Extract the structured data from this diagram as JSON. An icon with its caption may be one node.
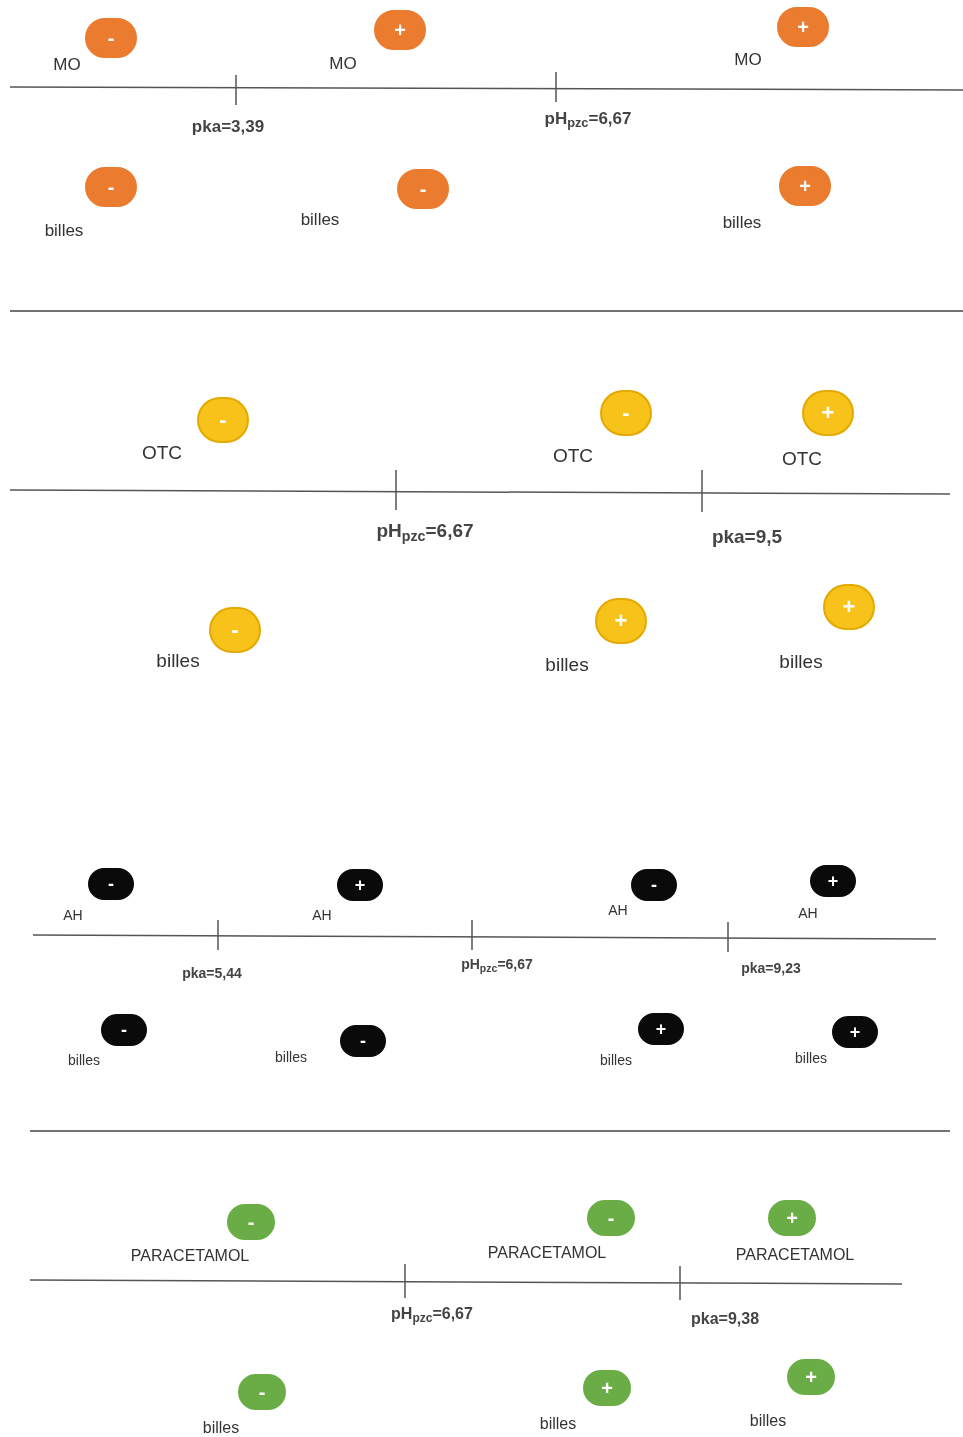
{
  "diagram": {
    "nodes": [
      {
        "text": [
          "-"
        ],
        "beside": [
          "MO"
        ]
      },
      {
        "text": [
          "+"
        ],
        "beside": [
          "MO"
        ]
      },
      {
        "text": [
          "+"
        ],
        "beside": [
          "MO"
        ]
      },
      {
        "text": [
          "-"
        ],
        "beside": [
          "billes"
        ]
      },
      {
        "text": [
          "-"
        ],
        "beside": [
          "billes"
        ]
      },
      {
        "text": [
          "+"
        ],
        "beside": [
          "billes"
        ]
      },
      {
        "text": [
          "-"
        ],
        "beside": [
          "OTC"
        ]
      },
      {
        "text": [
          "-"
        ],
        "beside": [
          "OTC"
        ]
      },
      {
        "text": [
          "+"
        ],
        "beside": [
          "OTC"
        ]
      },
      {
        "text": [
          "-"
        ],
        "beside": [
          "billes"
        ]
      },
      {
        "text": [
          "+"
        ],
        "beside": [
          "billes"
        ]
      },
      {
        "text": [
          "+"
        ],
        "beside": [
          "billes"
        ]
      },
      {
        "text": [
          "-"
        ],
        "beside": [
          "AH"
        ]
      },
      {
        "text": [
          "+"
        ],
        "beside": [
          "AH"
        ]
      },
      {
        "text": [
          "-"
        ],
        "beside": [
          "AH"
        ]
      },
      {
        "text": [
          "+"
        ],
        "beside": [
          "AH"
        ]
      },
      {
        "text": [
          "-"
        ],
        "beside": [
          "billes"
        ]
      },
      {
        "text": [
          "-"
        ],
        "beside": [
          "billes"
        ]
      },
      {
        "text": [
          "+"
        ],
        "beside": [
          "billes"
        ]
      },
      {
        "text": [
          "+"
        ],
        "beside": [
          "billes"
        ]
      },
      {
        "text": [
          "-"
        ],
        "beside": [
          "PARACETAMOL"
        ]
      },
      {
        "text": [
          "-"
        ],
        "beside": [
          "PARACETAMOL"
        ]
      },
      {
        "text": [
          "+"
        ],
        "beside": [
          "PARACETAMOL"
        ]
      },
      {
        "text": [
          "-"
        ],
        "beside": [
          "billes"
        ]
      },
      {
        "text": [
          "+"
        ],
        "beside": [
          "billes"
        ]
      },
      {
        "text": [
          "+"
        ],
        "beside": [
          "billes"
        ]
      }
    ],
    "labels": [
      "pka=3,39",
      "pH$_{pzc}$=6,67",
      "pH$_{pzc}$=6,67",
      "pka=9,5",
      "pka=5,44",
      "pH$_{pzc}$=6,67",
      "pka=9,23",
      "pH$_{pzc}$=6,67",
      "pka=9,38"
    ]
  }
}
